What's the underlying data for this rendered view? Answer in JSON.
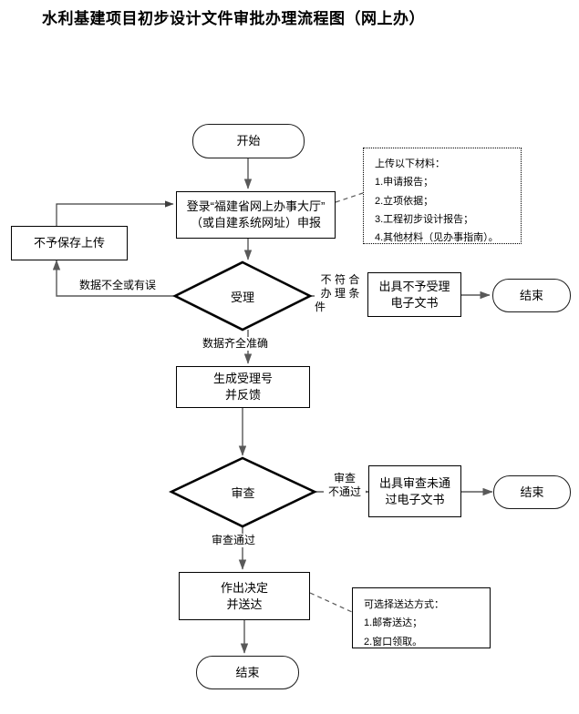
{
  "title": "水利基建项目初步设计文件审批办理流程图（网上办）",
  "flow": {
    "start": "开始",
    "login": "登录“福建省网上办事大厅”\n（或自建系统网址）申报",
    "login_line1": "登录“福建省网上办事大厅”",
    "login_line2": "（或自建系统网址）申报",
    "not_saved": "不予保存上传",
    "accept_decision": "受理",
    "reject_doc_line1": "出具不予受理",
    "reject_doc_line2": "电子文书",
    "end_reject": "结束",
    "gen_number_line1": "生成受理号",
    "gen_number_line2": "并反馈",
    "review_decision": "审查",
    "review_fail_doc_line1": "出具审查未通",
    "review_fail_doc_line2": "过电子文书",
    "end_review_fail": "结束",
    "decide_line1": "作出决定",
    "decide_line2": "并送达",
    "end_final": "结束"
  },
  "edge_labels": {
    "data_incomplete": "数据不全或有误",
    "not_qualified_line1": "不 符 合",
    "not_qualified_line2": "办 理 条",
    "not_qualified_line3": "件",
    "data_complete": "数据齐全准确",
    "review_fail_line1": "审查",
    "review_fail_line2": "不通过",
    "review_pass": "审查通过"
  },
  "notes": {
    "upload": {
      "heading": "上传以下材料：",
      "items": [
        "1.申请报告；",
        "2.立项依据；",
        "3.工程初步设计报告；",
        "4.其他材料（见办事指南）。"
      ]
    },
    "delivery": {
      "heading": "可选择送达方式：",
      "items": [
        "1.邮寄送达；",
        "2.窗口领取。"
      ]
    }
  },
  "colors": {
    "line": "#595959",
    "shape_border": "#000000",
    "diamond_border": "#000000",
    "background": "#ffffff"
  }
}
